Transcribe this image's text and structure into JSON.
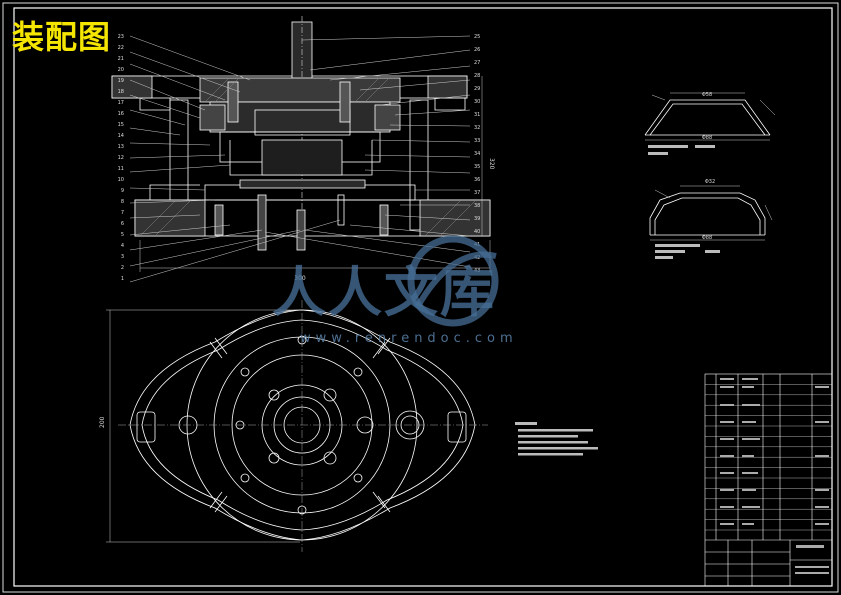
{
  "title": "装配图",
  "watermark": {
    "text": "人人文库",
    "url": "www.renrendoc.com"
  },
  "dimensions": {
    "plan_width": "300",
    "plan_height": "200",
    "section_height": "320",
    "part1_width": "Φ58",
    "part1_base": "Φ88",
    "part2_top": "Φ32",
    "part2_base": "Φ88"
  },
  "colors": {
    "background": "#000000",
    "lines": "#ffffff",
    "title": "#f5e600",
    "watermark": "#466e96"
  },
  "balloons_left": [
    "23",
    "22",
    "21",
    "20",
    "19",
    "18",
    "17",
    "16",
    "15",
    "14",
    "13",
    "12",
    "11",
    "10",
    "9",
    "8",
    "7",
    "6",
    "5",
    "4",
    "3",
    "2",
    "1"
  ],
  "balloons_right": [
    "25",
    "26",
    "27",
    "28",
    "29",
    "30",
    "31",
    "32",
    "33",
    "34",
    "35",
    "36",
    "37",
    "38",
    "39",
    "40",
    "41",
    "42",
    "43"
  ]
}
